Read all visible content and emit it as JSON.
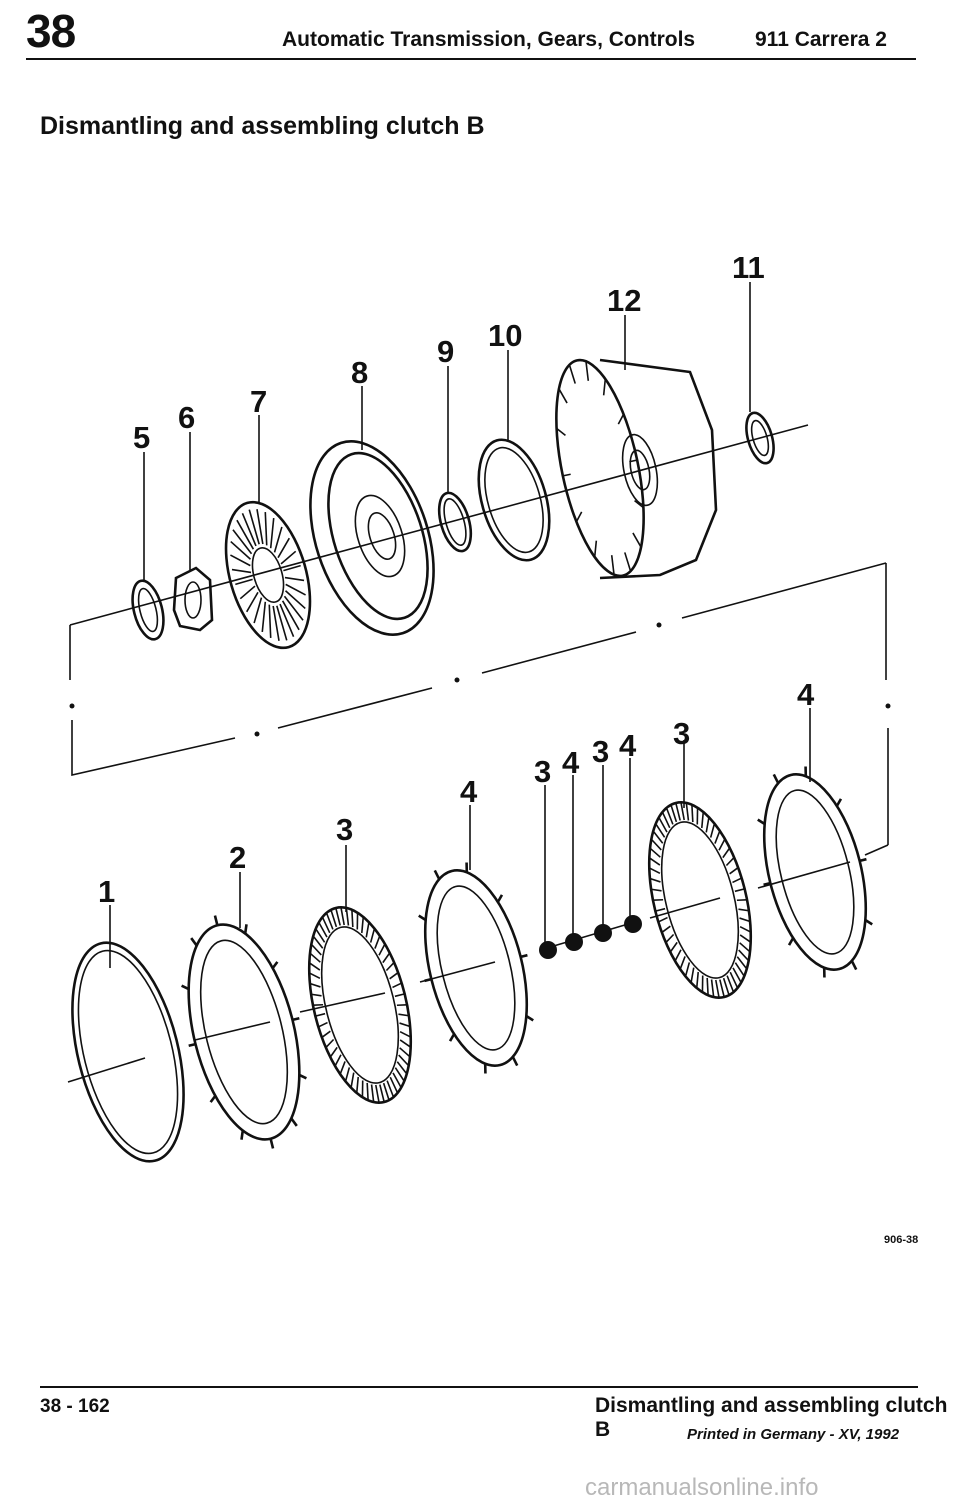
{
  "header": {
    "chapter_number": "38",
    "title": "Automatic Transmission, Gears, Controls",
    "model": "911 Carrera 2"
  },
  "section_title": "Dismantling and assembling clutch B",
  "diagram": {
    "callouts": {
      "c1": "1",
      "c2": "2",
      "c3a": "3",
      "c4a": "4",
      "c3b": "3",
      "c4b": "4",
      "c3c": "3",
      "c4c": "4",
      "c3d": "3",
      "c4d": "4",
      "c5": "5",
      "c6": "6",
      "c7": "7",
      "c8": "8",
      "c9": "9",
      "c10": "10",
      "c11": "11",
      "c12": "12"
    },
    "figure_code": "906-38"
  },
  "footer": {
    "page_number": "38 - 162",
    "title": "Dismantling and assembling clutch B",
    "printed": "Printed in Germany - XV, 1992"
  },
  "watermark": "carmanualsonline.info"
}
